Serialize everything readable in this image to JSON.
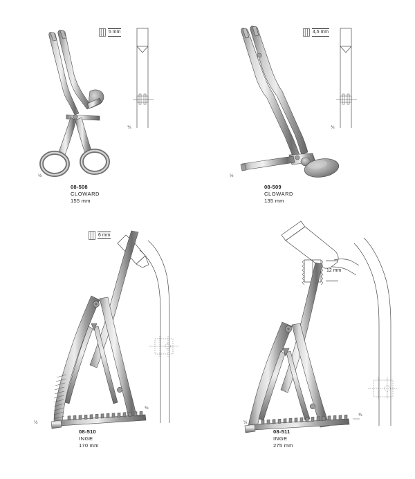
{
  "page": {
    "background_color": "#ffffff",
    "category": "surgical-instrument-catalog-plate"
  },
  "items": [
    {
      "id": "08-508",
      "code": "08-508",
      "name": "CLOWARD",
      "size": "155 mm",
      "scale_photo": "½",
      "scale_detail": "¾",
      "measurement": {
        "value": "5 mm",
        "glyph": "blade-width-icon"
      },
      "instrument_type": "self-retaining-retractor",
      "has_ring_handles": true,
      "detail_drawing": "straight-blade-detail"
    },
    {
      "id": "08-509",
      "code": "08-509",
      "name": "CLOWARD",
      "size": "135 mm",
      "scale_photo": "½",
      "scale_detail": "¾",
      "measurement": {
        "value": "4,5 mm",
        "glyph": "blade-width-icon"
      },
      "instrument_type": "self-retaining-retractor",
      "has_ring_handles": false,
      "detail_drawing": "straight-blade-detail"
    },
    {
      "id": "08-510",
      "code": "08-510",
      "name": "INGE",
      "size": "170 mm",
      "scale_photo": "½",
      "scale_detail": "¾",
      "measurement": {
        "value": "6 mm",
        "glyph": "blade-width-icon"
      },
      "instrument_type": "laminectomy-spreader",
      "has_ratchet_rack": true,
      "detail_drawing": "curved-blade-detail"
    },
    {
      "id": "08-511",
      "code": "08-511",
      "name": "INGE",
      "size": "275 mm",
      "scale_photo": "½",
      "scale_detail": "¾",
      "measurement": {
        "value": "12 mm",
        "glyph": "serrated-blade-width-icon"
      },
      "instrument_type": "laminectomy-spreader",
      "has_ratchet_rack": true,
      "detail_drawing": "large-angled-blade-detail"
    }
  ],
  "colors": {
    "line": "#4a4a4a",
    "text": "#1f1f1f",
    "metal_light": "#e6e6e6",
    "metal_mid": "#9a9a9a",
    "metal_dark": "#5d5d5d"
  }
}
